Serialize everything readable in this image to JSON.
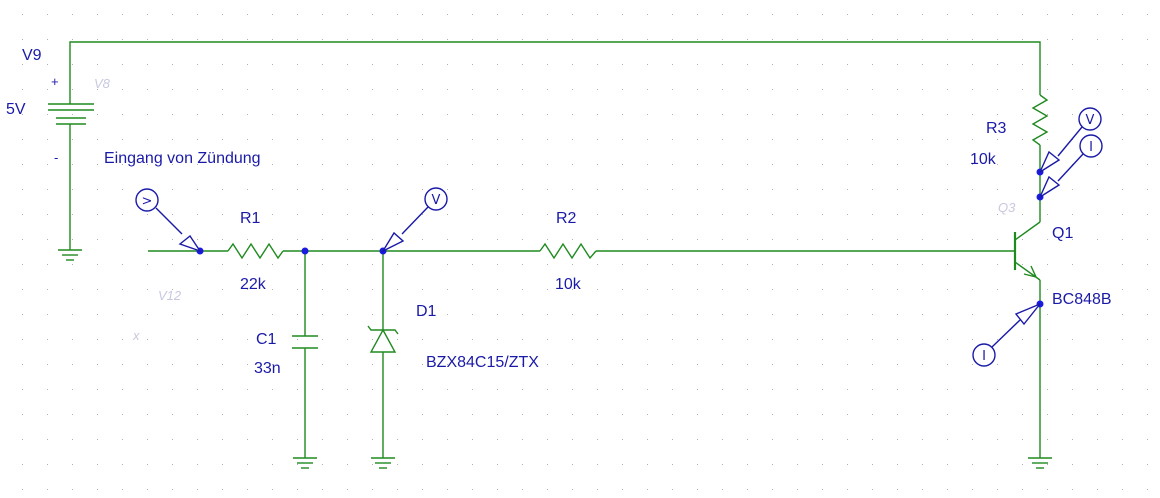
{
  "source": {
    "name": "V9",
    "value": "5V",
    "plus": "+",
    "minus": "-",
    "ghost": "V8"
  },
  "note": "Eingang von Zündung",
  "r1": {
    "name": "R1",
    "value": "22k"
  },
  "r2": {
    "name": "R2",
    "value": "10k"
  },
  "r3": {
    "name": "R3",
    "value": "10k"
  },
  "c1": {
    "name": "C1",
    "value": "33n"
  },
  "d1": {
    "name": "D1",
    "value": "BZX84C15/ZTX"
  },
  "q1": {
    "name": "Q1",
    "value": "BC848B",
    "ghost": "Q3"
  },
  "ghost": {
    "v12": "V12",
    "x": "x"
  },
  "probes": {
    "voltage": "V",
    "current": "I",
    "input": ">"
  },
  "colors": {
    "wire": "#1f8a1f",
    "label": "#1a1aa8",
    "node": "#1a1ae0",
    "grid": "#b0b0b0"
  }
}
